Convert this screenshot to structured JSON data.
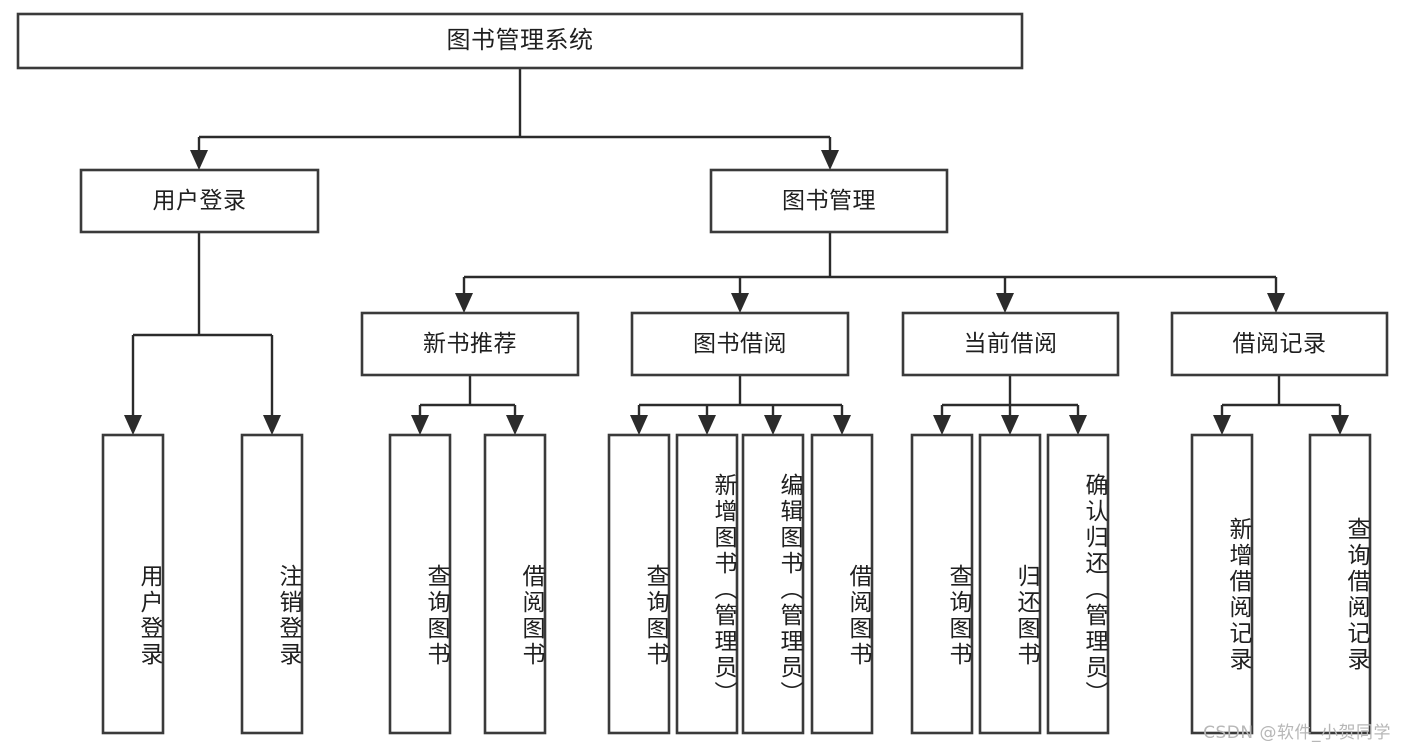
{
  "diagram": {
    "type": "tree-hierarchy-chart",
    "title": "图书管理系统",
    "watermark": "CSDN @软件_小贺同学",
    "colors": {
      "box_stroke": "#3a3a3a",
      "box_fill": "#ffffff",
      "connector": "#2b2b2b",
      "text": "#1f1f1f",
      "watermark": "#b7b7b7",
      "background": "#ffffff"
    },
    "root": {
      "label": "图书管理系统"
    },
    "level2": [
      {
        "label": "用户登录"
      },
      {
        "label": "图书管理"
      }
    ],
    "level3": [
      {
        "label": "新书推荐"
      },
      {
        "label": "图书借阅"
      },
      {
        "label": "当前借阅"
      },
      {
        "label": "借阅记录"
      }
    ],
    "leaves": {
      "user_login": [
        {
          "label": "用户登录"
        },
        {
          "label": "注销登录"
        }
      ],
      "new_book_recommend": [
        {
          "label": "查询图书"
        },
        {
          "label": "借阅图书"
        }
      ],
      "book_borrow": [
        {
          "label": "查询图书"
        },
        {
          "label": "新增图书（管理员）"
        },
        {
          "label": "编辑图书（管理员）"
        },
        {
          "label": "借阅图书"
        }
      ],
      "current_borrow": [
        {
          "label": "查询图书"
        },
        {
          "label": "归还图书"
        },
        {
          "label": "确认归还（管理员）"
        }
      ],
      "borrow_record": [
        {
          "label": "新增借阅记录"
        },
        {
          "label": "查询借阅记录"
        }
      ]
    }
  }
}
